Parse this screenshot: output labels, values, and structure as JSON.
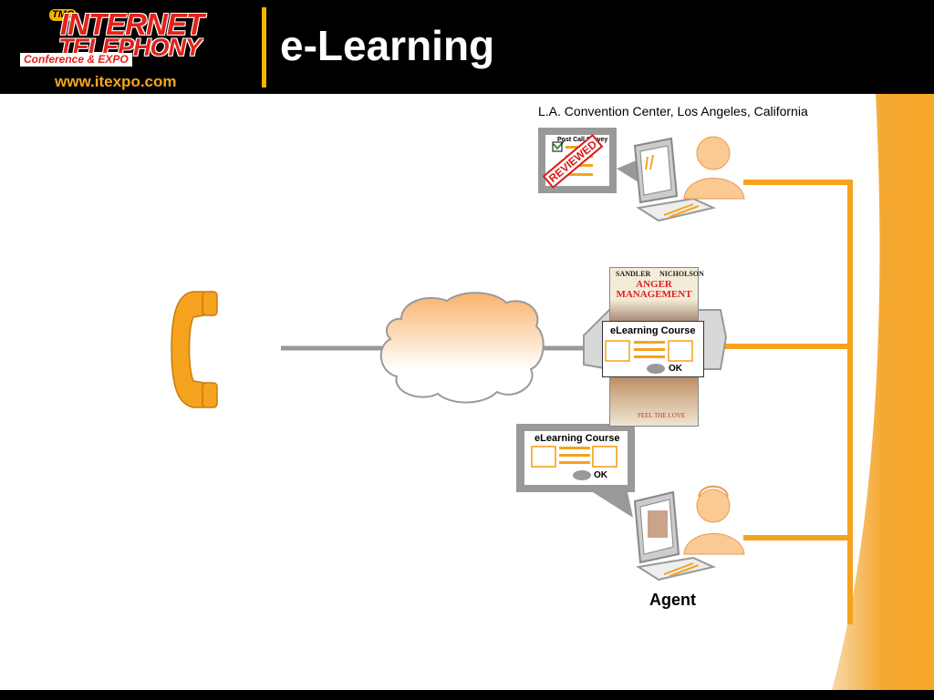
{
  "header": {
    "logo_tmc": "TMC",
    "logo_line1": "INTERNET",
    "logo_line2": "TELEPHONY",
    "logo_sub": "Conference & EXPO",
    "logo_url": "www.itexpo.com",
    "title": "e-Learning"
  },
  "location_label": "L.A. Convention Center, Los Angeles, California",
  "survey": {
    "title": "Post Call Survey",
    "stamp": "REVIEWED"
  },
  "poster": {
    "actor1": "SANDLER",
    "actor2": "NICHOLSON",
    "title_line1": "ANGER",
    "title_line2": "MANAGEMENT",
    "tagline": "FEEL THE LOVE"
  },
  "course_popup_1": {
    "title": "eLearning Course",
    "ok": "OK"
  },
  "course_popup_2": {
    "title": "eLearning Course",
    "ok": "OK"
  },
  "agent_label": "Agent",
  "colors": {
    "accent": "#f5a21e",
    "header_bg": "#000000",
    "frame_gray": "#999999"
  }
}
